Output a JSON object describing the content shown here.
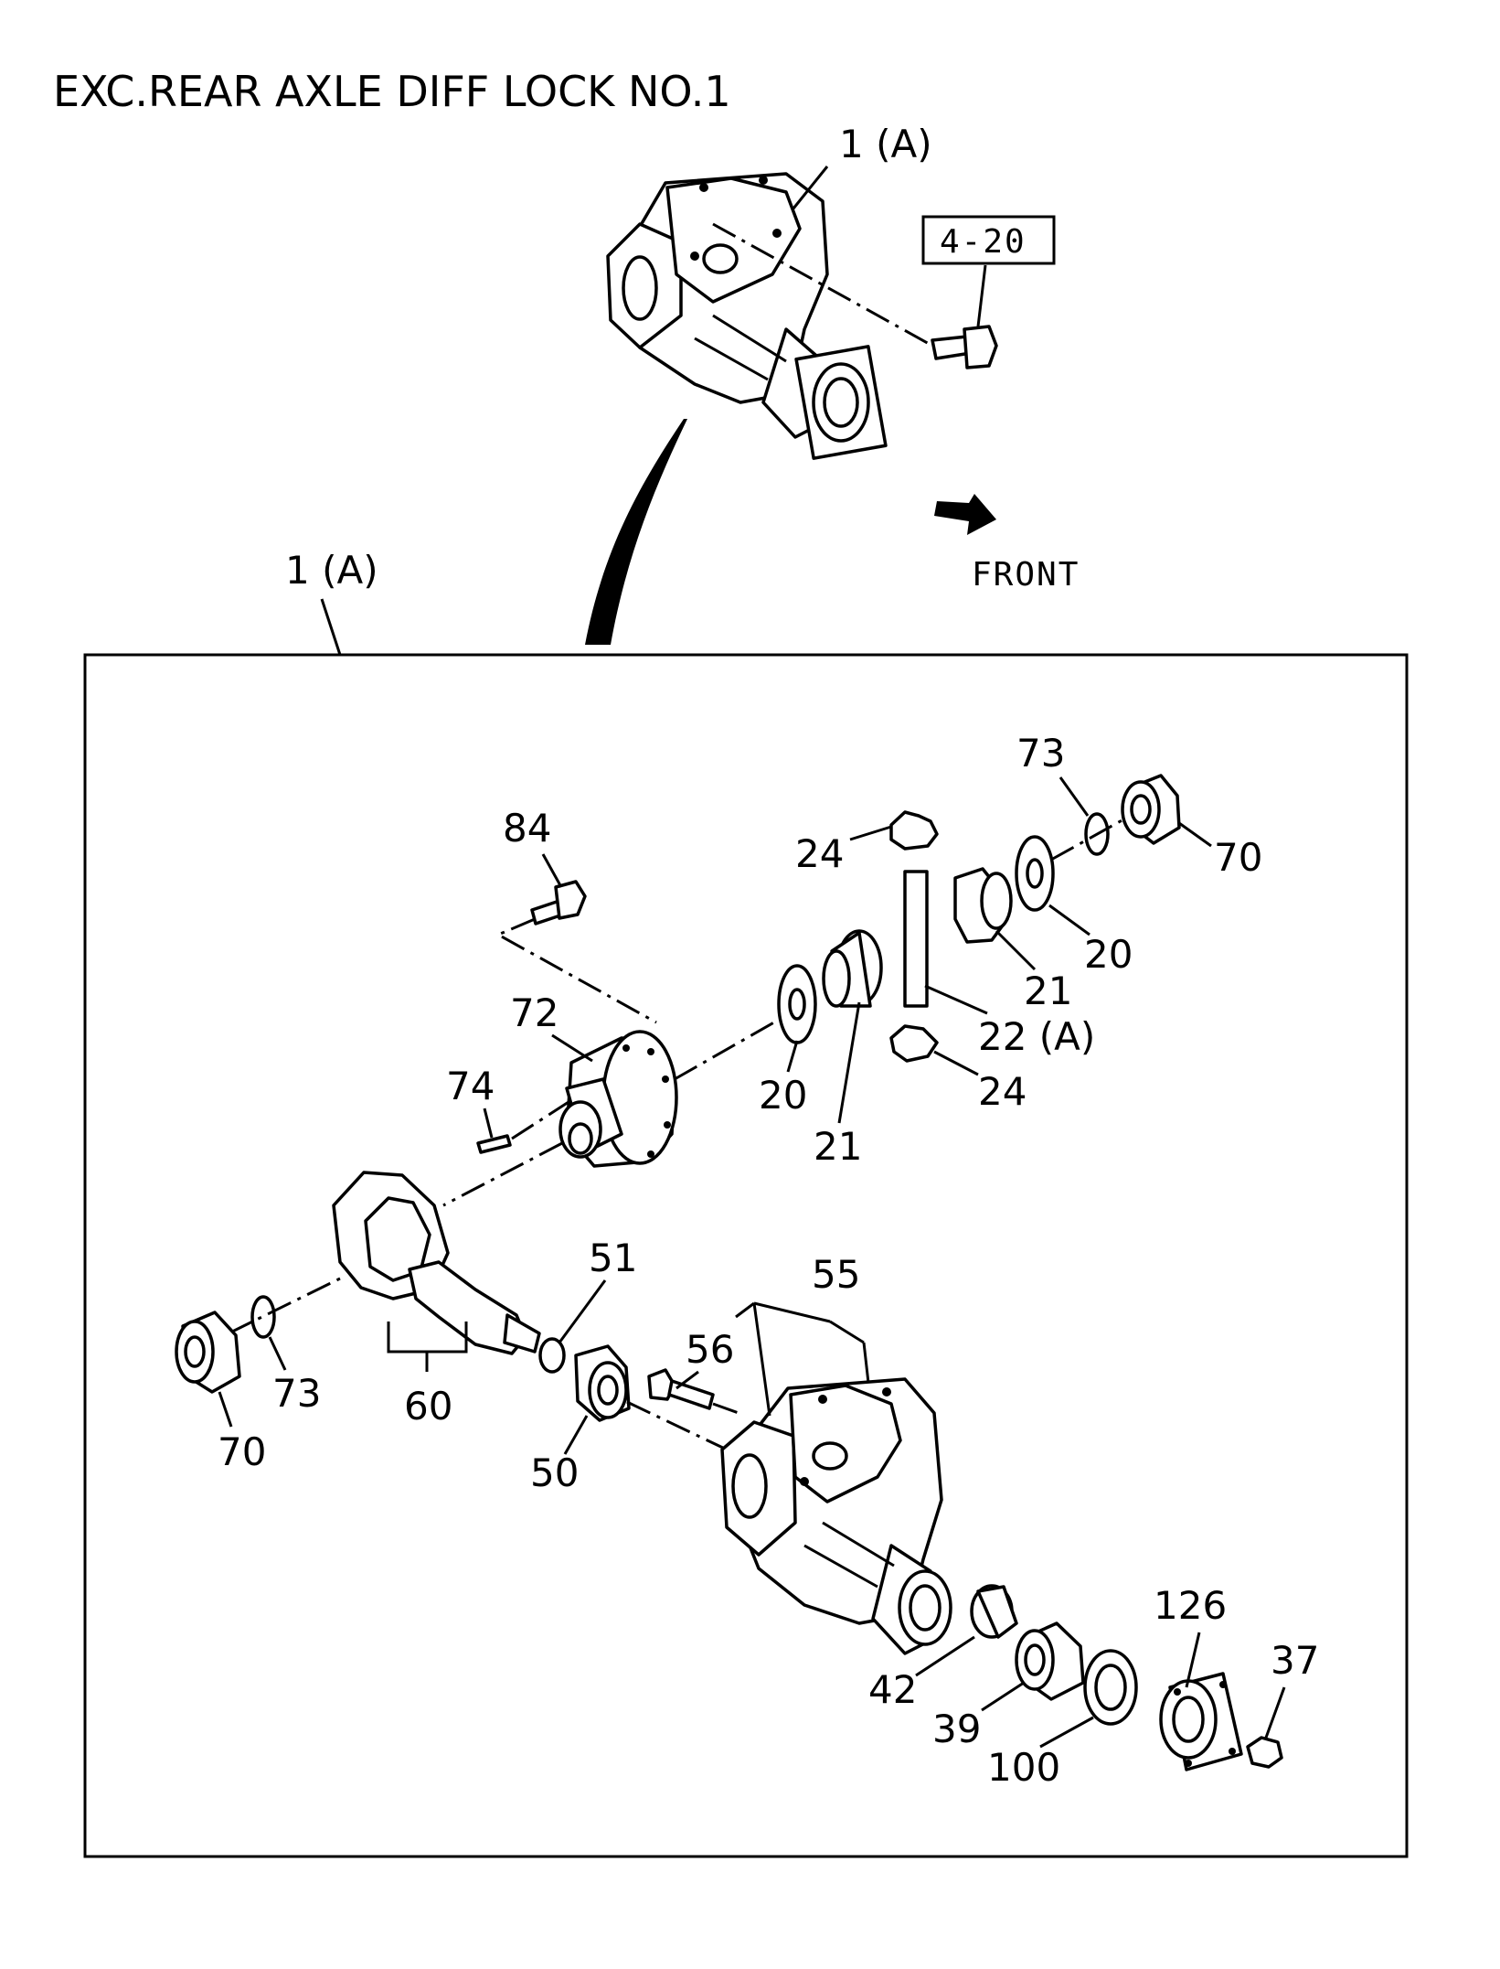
{
  "title": "EXC.REAR AXLE DIFF LOCK NO.1",
  "front_label": "FRONT",
  "ref_box": "4-20",
  "callouts": {
    "top_assembly": "1 (A)",
    "frame_assembly": "1 (A)",
    "p84": "84",
    "p72": "72",
    "p74": "74",
    "p24_top": "24",
    "p24_bottom": "24",
    "p73_right": "73",
    "p70_right": "70",
    "p20_right": "20",
    "p21_right": "21",
    "p22": "22 (A)",
    "p20_center": "20",
    "p21_center": "21",
    "p51": "51",
    "p55": "55",
    "p56": "56",
    "p50": "50",
    "p60": "60",
    "p73_left": "73",
    "p70_left": "70",
    "p126": "126",
    "p37": "37",
    "p42": "42",
    "p39": "39",
    "p100": "100"
  }
}
